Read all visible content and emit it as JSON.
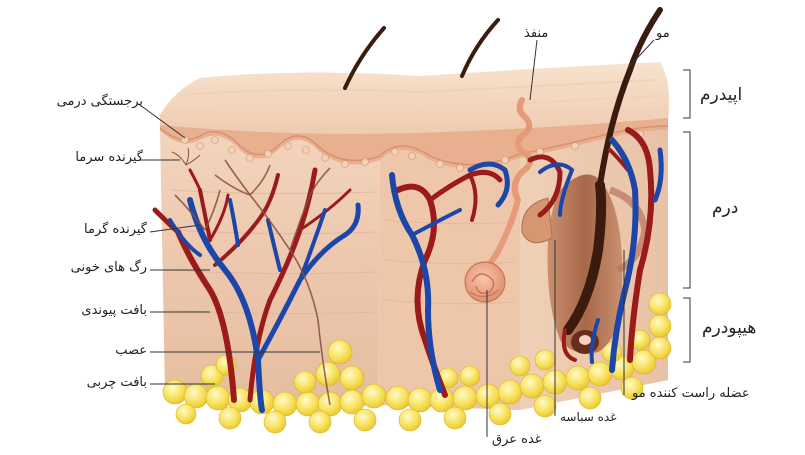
{
  "labels": {
    "papilla": "برجستگی درمی",
    "cold_receptor": "گیرنده سرما",
    "heat_receptor": "گیرنده گرما",
    "blood_vessels": "رگ های خونی",
    "connective_tissue": "بافت پیوندی",
    "nerve": "عصب",
    "fat_tissue": "بافت چربی",
    "pore": "منفذ",
    "hair": "مو",
    "epidermis": "اپیدرم",
    "dermis": "درم",
    "hypodermis": "هیپودرم",
    "arrector_pili": "عضله راست کننده مو",
    "sebaceous_gland": "غده سباسه",
    "sweat_gland": "غده عرق"
  }
}
